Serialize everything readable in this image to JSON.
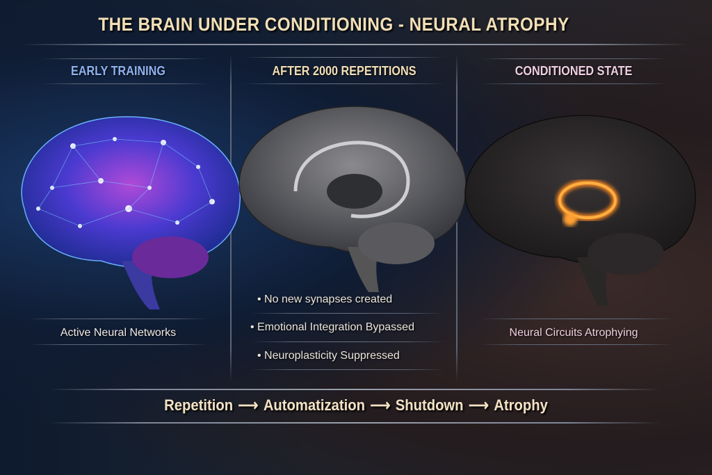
{
  "title": "THE BRAIN UNDER CONDITIONING - NEURAL ATROPHY",
  "columns": [
    {
      "heading": "EARLY TRAINING",
      "caption": "Active Neural Networks",
      "color": "#8fb2f0",
      "brain": "glowing-brain"
    },
    {
      "heading": "AFTER 2000 REPETITIONS",
      "bullets": [
        "No new synapses created",
        "Emotional Integration Bypassed",
        "Neuroplasticity Suppressed"
      ],
      "color": "#f2dfb6",
      "brain": "gray-brain"
    },
    {
      "heading": "CONDITIONED STATE",
      "caption": "Neural Circuits Atrophying",
      "color": "#efcfe0",
      "brain": "dark-brain"
    }
  ],
  "flow": {
    "steps": [
      "Repetition",
      "Automatization",
      "Shutdown",
      "Atrophy"
    ],
    "arrow": "⟶"
  }
}
